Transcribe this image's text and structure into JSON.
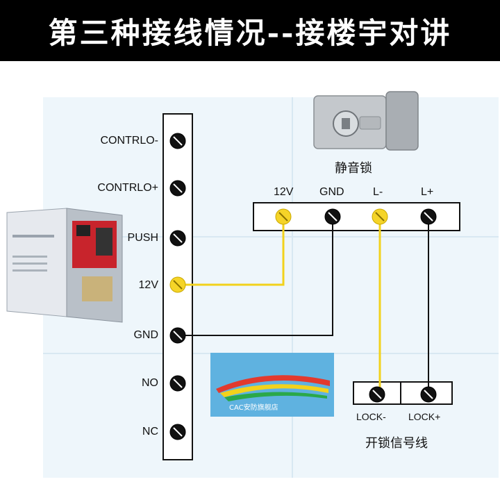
{
  "title": "第三种接线情况--接楼宇对讲",
  "controller_terminals": [
    "CONTRLO-",
    "CONTRLO+",
    "PUSH",
    "12V",
    "GND",
    "NO",
    "NC"
  ],
  "lock_label": "静音锁",
  "lock_terminals": [
    "12V",
    "GND",
    "L-",
    "L+"
  ],
  "intercom_terminals": [
    "LOCK-",
    "LOCK+"
  ],
  "intercom_label": "开锁信号线",
  "logo_text": "CAC安防旗舰店",
  "colors": {
    "active_terminal": "#f5d428",
    "screw": "#111111",
    "wire_yellow": "#f2d21c",
    "wire_black": "#111111",
    "title_bg": "#000000"
  }
}
